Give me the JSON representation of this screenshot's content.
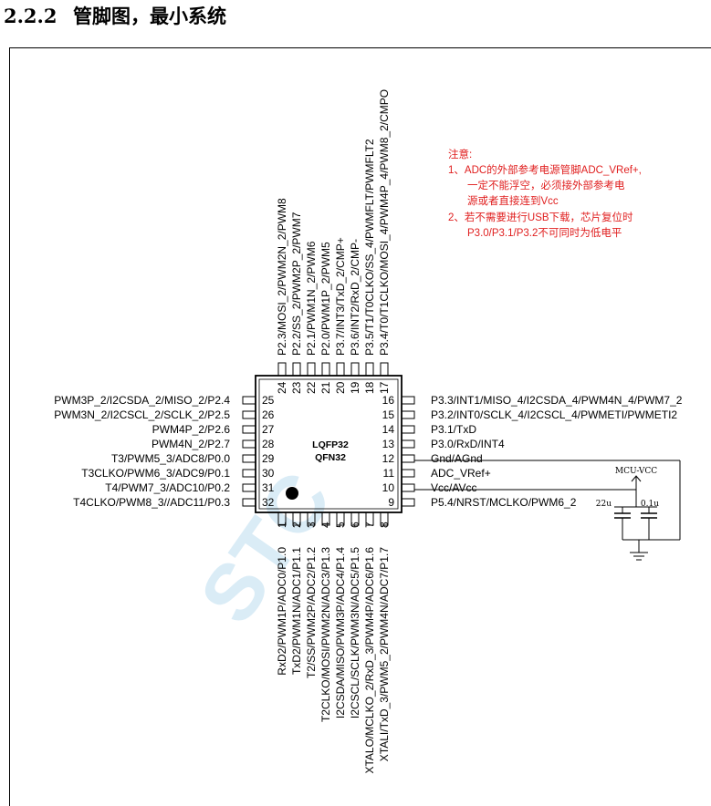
{
  "section": {
    "number": "2.2.2",
    "title": "管脚图，最小系统"
  },
  "chip": {
    "package_1": "LQFP32",
    "package_2": "QFN32"
  },
  "pins_left": [
    {
      "num": "25",
      "label": "PWM3P_2/I2CSDA_2/MISO_2/P2.4"
    },
    {
      "num": "26",
      "label": "PWM3N_2/I2CSCL_2/SCLK_2/P2.5"
    },
    {
      "num": "27",
      "label": "PWM4P_2/P2.6"
    },
    {
      "num": "28",
      "label": "PWM4N_2/P2.7"
    },
    {
      "num": "29",
      "label": "T3/PWM5_3/ADC8/P0.0"
    },
    {
      "num": "30",
      "label": "T3CLKO/PWM6_3/ADC9/P0.1"
    },
    {
      "num": "31",
      "label": "T4/PWM7_3/ADC10/P0.2"
    },
    {
      "num": "32",
      "label": "T4CLKO/PWM8_3//ADC11/P0.3"
    }
  ],
  "pins_right": [
    {
      "num": "16",
      "label": "P3.3/INT1/MISO_4/I2CSDA_4/PWM4N_4/PWM7_2"
    },
    {
      "num": "15",
      "label": "P3.2/INT0/SCLK_4/I2CSCL_4/PWMETI/PWMETI2"
    },
    {
      "num": "14",
      "label": "P3.1/TxD"
    },
    {
      "num": "13",
      "label": "P3.0/RxD/INT4"
    },
    {
      "num": "12",
      "label": "Gnd/AGnd"
    },
    {
      "num": "11",
      "label": "ADC_VRef+"
    },
    {
      "num": "10",
      "label": "Vcc/AVcc"
    },
    {
      "num": "9",
      "label": "P5.4/NRST/MCLKO/PWM6_2"
    }
  ],
  "pins_top": [
    {
      "num": "24",
      "label": "P2.3/MOSI_2/PWM2N_2/PWM8"
    },
    {
      "num": "23",
      "label": "P2.2/SS_2/PWM2P_2/PWM7"
    },
    {
      "num": "22",
      "label": "P2.1/PWM1N_2/PWM6"
    },
    {
      "num": "21",
      "label": "P2.0/PWM1P_2/PWM5"
    },
    {
      "num": "20",
      "label": "P3.7/INT3/TxD_2/CMP+"
    },
    {
      "num": "19",
      "label": "P3.6/INT2/RxD_2/CMP-"
    },
    {
      "num": "18",
      "label": "P3.5/T1/T0CLKO/SS_4/PWMFLT/PWMFLT2"
    },
    {
      "num": "17",
      "label": "P3.4/T0/T1CLKO/MOSI_4/PWM4P_4/PWM8_2/CMPO"
    }
  ],
  "pins_bottom": [
    {
      "num": "1",
      "label": "RxD2/PWM1P/ADC0/P1.0"
    },
    {
      "num": "2",
      "label": "TxD2/PWM1N/ADC1/P1.1"
    },
    {
      "num": "3",
      "label": "T2/SS/PWM2P/ADC2/P1.2"
    },
    {
      "num": "4",
      "label": "T2CLKO/MOSI/PWM2N/ADC3/P1.3"
    },
    {
      "num": "5",
      "label": "I2CSDA/MISO/PWM3P/ADC4/P1.4"
    },
    {
      "num": "6",
      "label": "I2CSCL/SCLK/PWM3N/ADC5/P1.5"
    },
    {
      "num": "7",
      "label": "XTALO/MCLKO_2/RxD_3/PWM4P/ADC6/P1.6"
    },
    {
      "num": "8",
      "label": "XTALI/TxD_3/PWM5_2/PWM4N/ADC7/P1.7"
    }
  ],
  "notes": [
    "注意:",
    "1、ADC的外部参考电源管脚ADC_VRef+,",
    "一定不能浮空，必须接外部参考电",
    "源或者直接连到Vcc",
    "2、若不需要进行USB下载，芯片复位时",
    "P3.0/P3.1/P3.2不可同时为低电平"
  ],
  "circuit": {
    "supply_label": "MCU-VCC",
    "cap1": "22u",
    "cap2": "0.1u"
  },
  "colors": {
    "note_red": "#e02020",
    "watermark": "#d6eaf6"
  }
}
